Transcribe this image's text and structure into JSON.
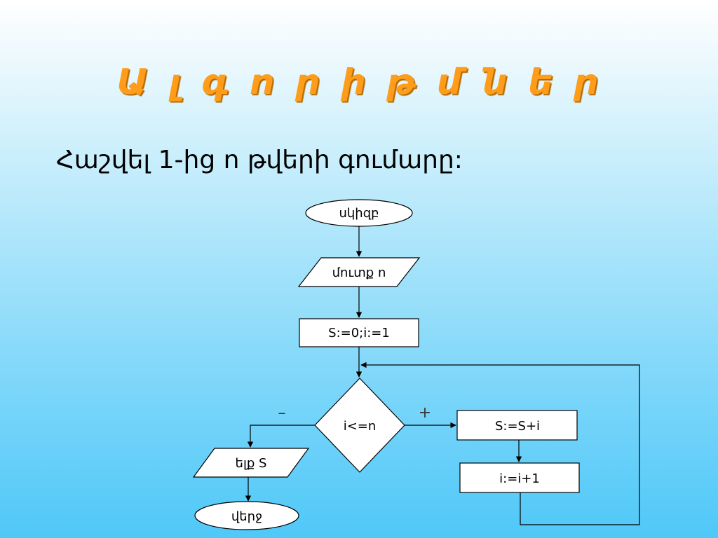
{
  "slide": {
    "title": "Ա լ գ ո ր ի թ մ ն ե ր",
    "subtitle": "Հաշվել 1-ից n թվերի գումարը:"
  },
  "flowchart": {
    "start": "սկիզբ",
    "input": "մուտք n",
    "init": "S:=0;i:=1",
    "condition": "i<=n",
    "no_label": "–",
    "yes_label": "+",
    "sum_step": "S:=S+i",
    "increment_step": "i:=i+1",
    "output": "ելք S",
    "end": "վերջ"
  }
}
